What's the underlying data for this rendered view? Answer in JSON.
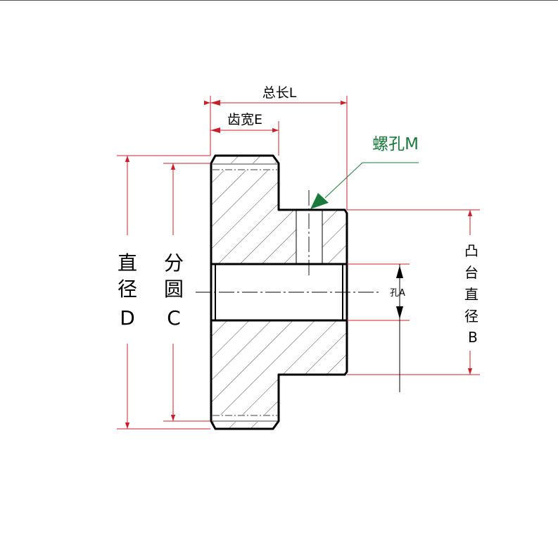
{
  "labels": {
    "total_length": "总长L",
    "tooth_width": "齿宽E",
    "screw_hole": "螺孔M",
    "diameter": [
      "直",
      "径",
      "D"
    ],
    "pitch_circle": [
      "分",
      "圆",
      "C"
    ],
    "bore": "孔A",
    "boss_diameter": [
      "凸",
      "台",
      "直",
      "径",
      "B"
    ]
  },
  "colors": {
    "outline": "#000000",
    "dimension": "#cc1f2a",
    "leader": "#1a7a3c",
    "hatch": "#333333",
    "centerline": "#000000"
  }
}
